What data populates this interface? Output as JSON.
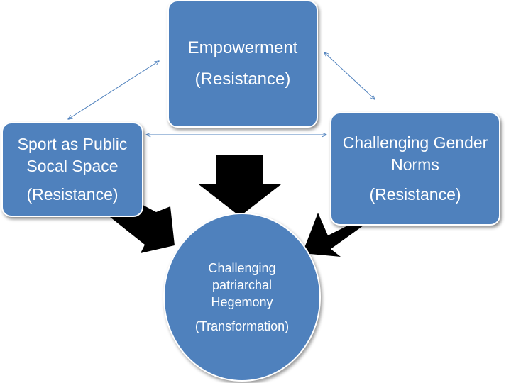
{
  "diagram": {
    "top_node": {
      "title": "Empowerment",
      "tag": "(Resistance)"
    },
    "left_node": {
      "title_line1": "Sport as Public",
      "title_line2": "Socal Space",
      "tag": "(Resistance)"
    },
    "right_node": {
      "title_line1": "Challenging Gender",
      "title_line2": "Norms",
      "tag": "(Resistance)"
    },
    "center_node": {
      "line1": "Challenging",
      "line2": "patriarchal",
      "line3": "Hegemony",
      "tag": "(Transformation)"
    },
    "colors": {
      "node_fill": "#4f81bd",
      "node_text": "#ffffff",
      "arrow_fill": "#000000",
      "connector": "#4f81bd"
    }
  }
}
